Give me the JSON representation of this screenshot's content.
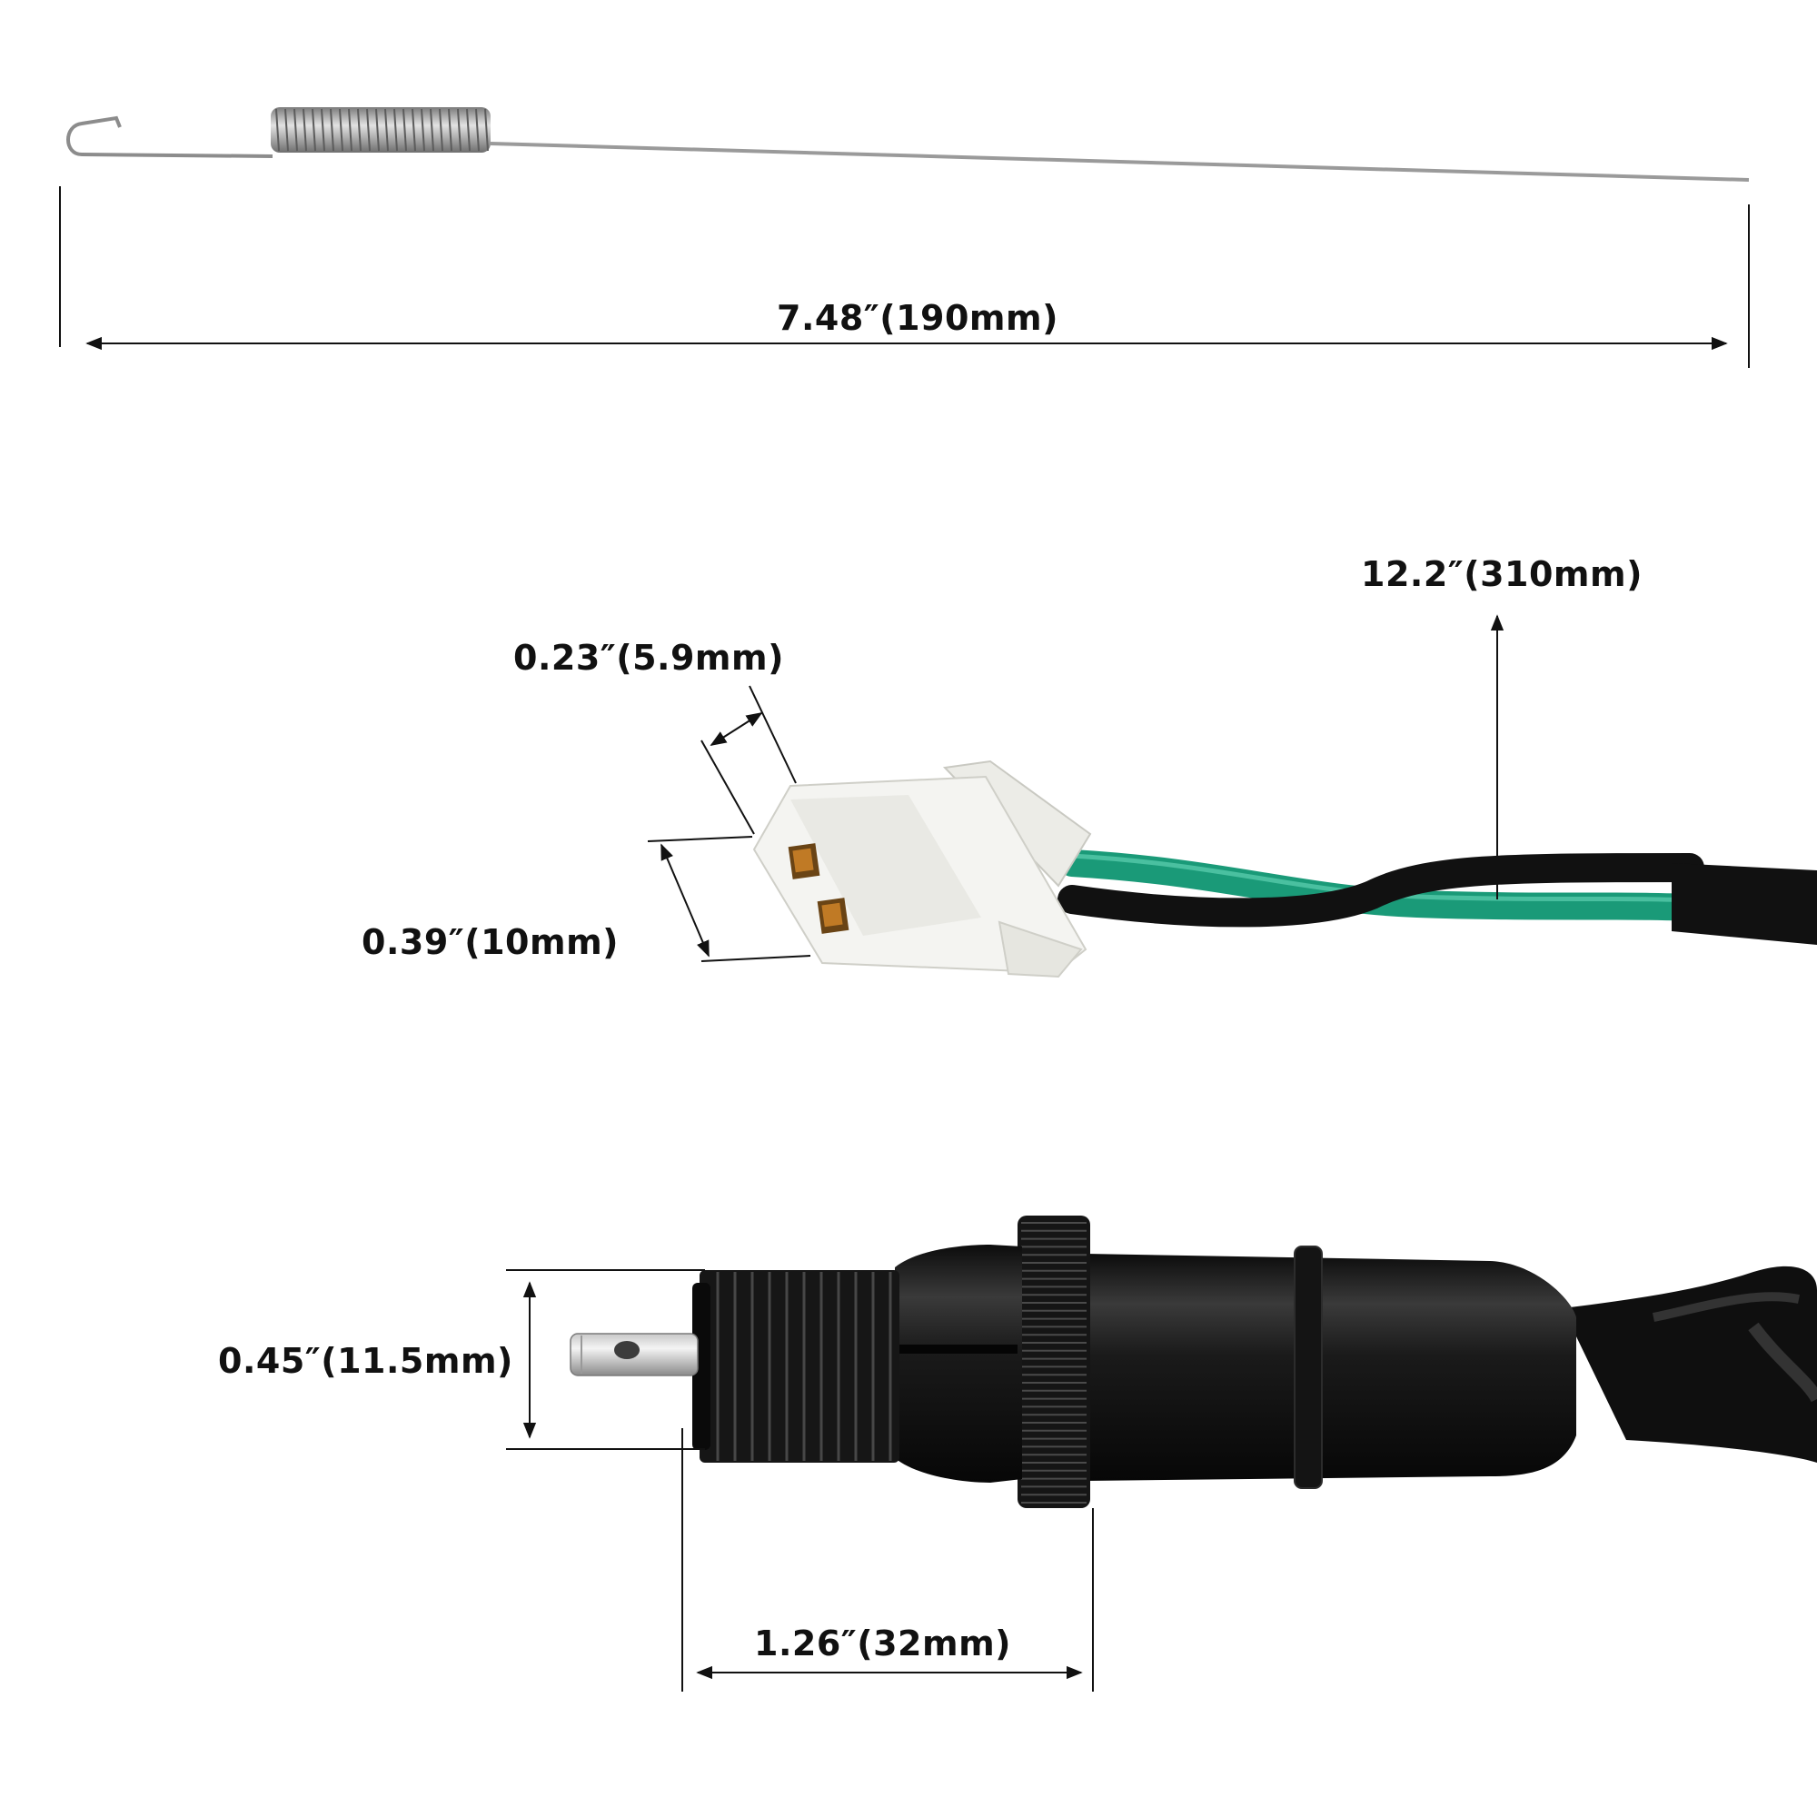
{
  "dimensions": {
    "spring_length": "7.48″(190mm)",
    "cable_length": "12.2″(310mm)",
    "plug_depth": "0.23″(5.9mm)",
    "plug_width": "0.39″(10mm)",
    "thread_diameter": "0.45″(11.5mm)",
    "switch_length": "1.26″(32mm)"
  },
  "colors": {
    "background": "#ffffff",
    "line": "#111111",
    "wire_green": "#1a9a78",
    "wire_black": "#111111",
    "connector": "#f4f4f1",
    "pin_brass": "#b0701f",
    "switch_body": "#1b1b1b",
    "spring_metal": "#9a9a9a"
  }
}
